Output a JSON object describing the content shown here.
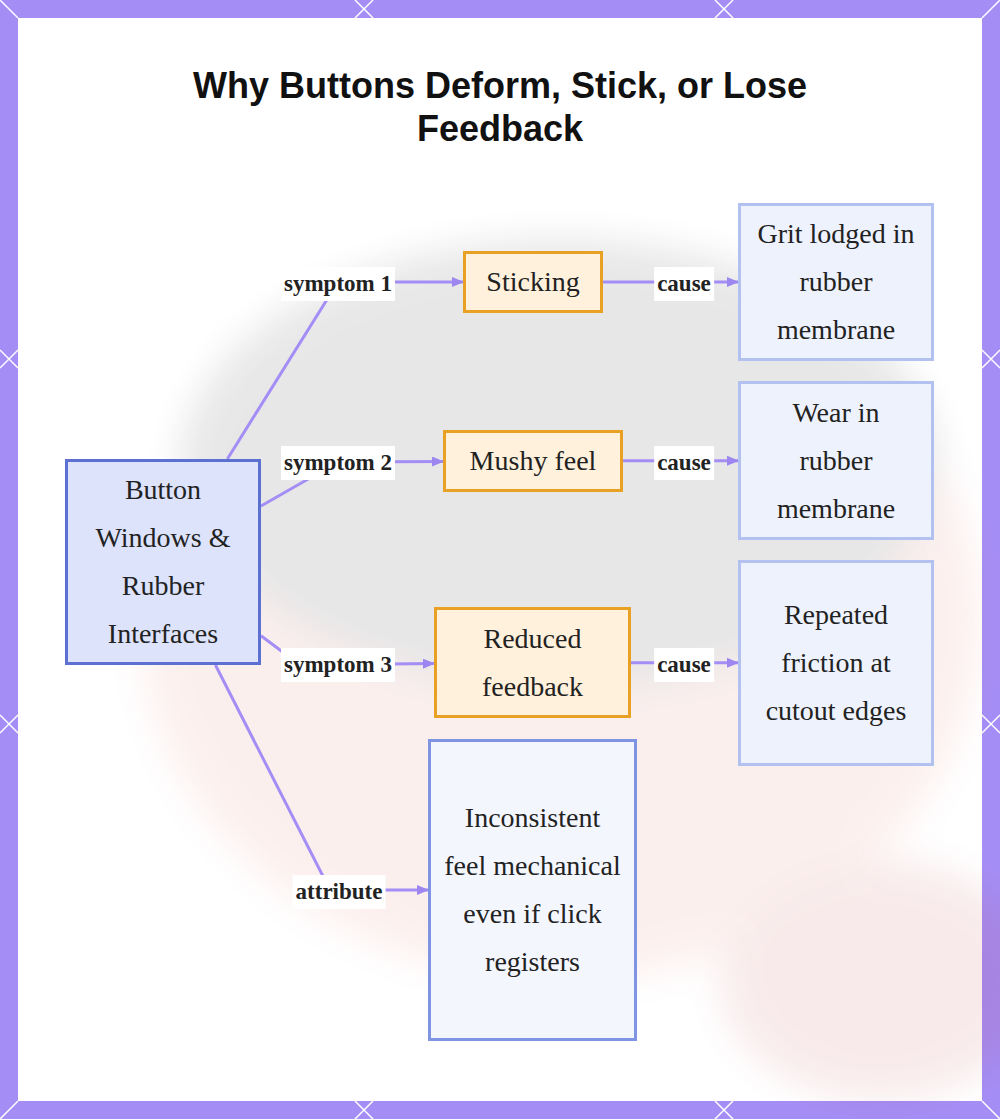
{
  "diagram": {
    "title": "Why Buttons Deform, Stick, or Lose Feedback",
    "nodes": [
      {
        "text": [
          "Button Windows & Rubber Interfaces"
        ]
      },
      {
        "text": [
          "Sticking"
        ]
      },
      {
        "text": [
          "Grit lodged in rubber membrane"
        ]
      },
      {
        "text": [
          "Mushy feel"
        ]
      },
      {
        "text": [
          "Wear in rubber membrane"
        ]
      },
      {
        "text": [
          "Reduced feedback"
        ]
      },
      {
        "text": [
          "Repeated friction at cutout edges"
        ]
      },
      {
        "text": [
          "Inconsistent feel mechanical even if click registers"
        ]
      }
    ],
    "edges": [
      {
        "from": 0,
        "to": 1,
        "label": "symptom 1",
        "arrow": "to"
      },
      {
        "from": 1,
        "to": 2,
        "label": "cause",
        "arrow": "to"
      },
      {
        "from": 0,
        "to": 3,
        "label": "symptom 2",
        "arrow": "to"
      },
      {
        "from": 3,
        "to": 4,
        "label": "cause",
        "arrow": "to"
      },
      {
        "from": 0,
        "to": 5,
        "label": "symptom 3",
        "arrow": "to"
      },
      {
        "from": 5,
        "to": 6,
        "label": "cause",
        "arrow": "to"
      },
      {
        "from": 0,
        "to": 7,
        "label": "attribute",
        "arrow": "to"
      }
    ]
  }
}
